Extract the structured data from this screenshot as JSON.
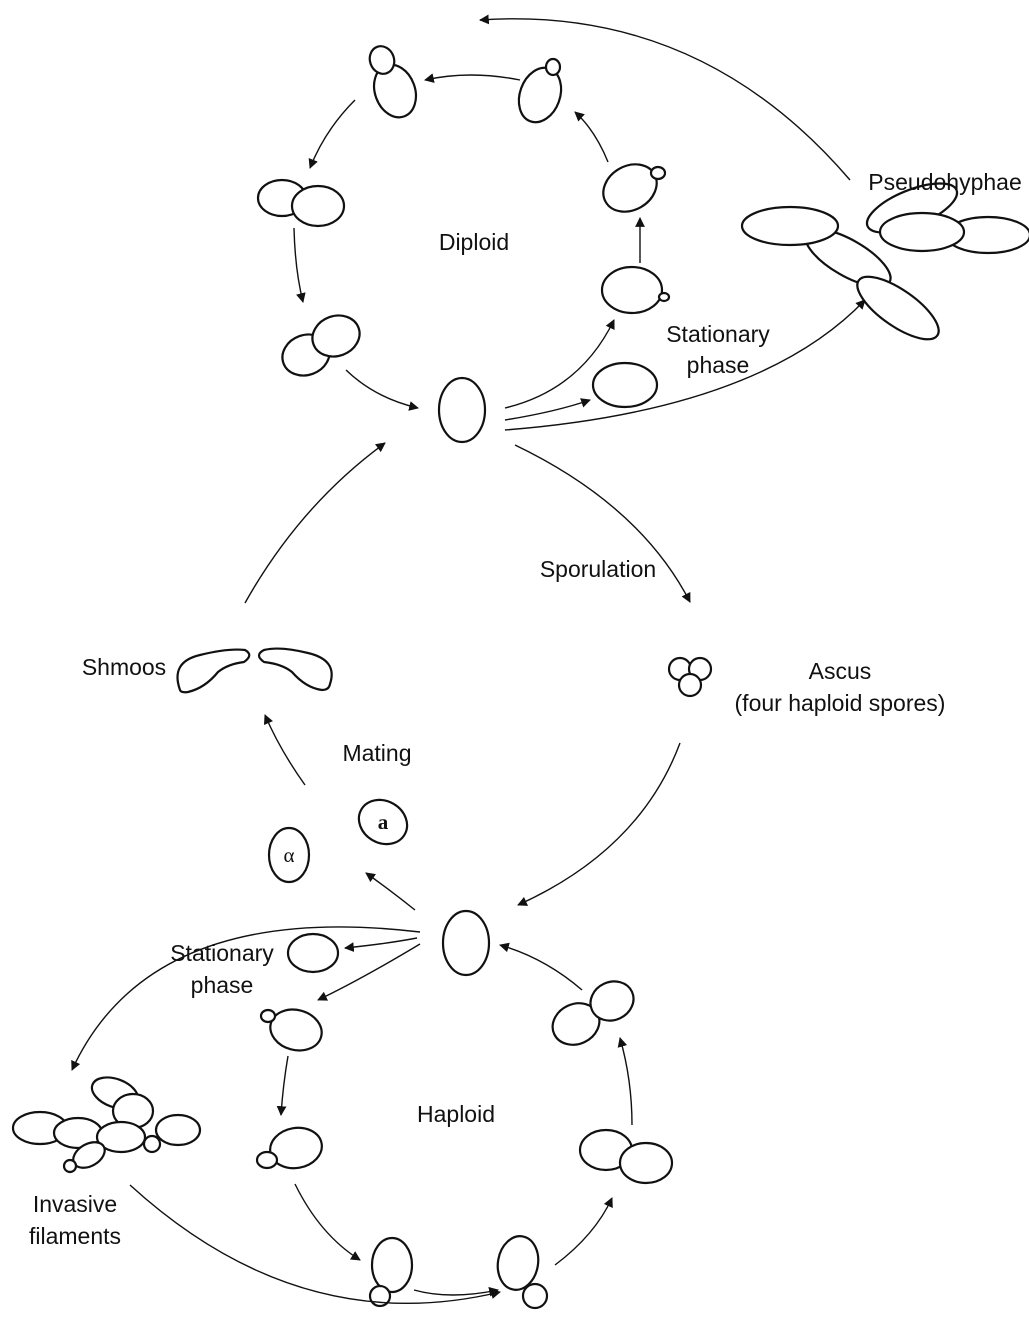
{
  "labels": {
    "diploid": "Diploid",
    "haploid": "Haploid",
    "pseudohyphae": "Pseudohyphae",
    "stationary_top_1": "Stationary",
    "stationary_top_2": "phase",
    "stationary_bottom_1": "Stationary",
    "stationary_bottom_2": "phase",
    "sporulation": "Sporulation",
    "ascus_1": "Ascus",
    "ascus_2": "(four haploid spores)",
    "shmoos": "Shmoos",
    "mating": "Mating",
    "invasive_1": "Invasive",
    "invasive_2": "filaments"
  },
  "mating_types": {
    "alpha": "α",
    "a": "a"
  },
  "colors": {
    "stroke": "#111111",
    "background": "#ffffff"
  }
}
